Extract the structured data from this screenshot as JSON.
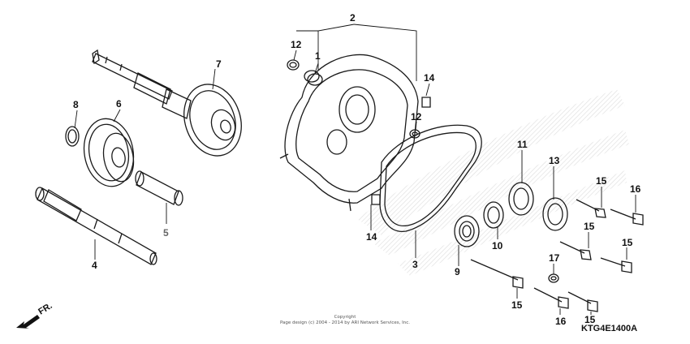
{
  "diagram": {
    "callouts": {
      "c1": "1",
      "c2": "2",
      "c3": "3",
      "c4": "4",
      "c5": "5",
      "c6": "6",
      "c7": "7",
      "c8": "8",
      "c9": "9",
      "c10": "10",
      "c11": "11",
      "c12a": "12",
      "c12b": "12",
      "c13": "13",
      "c14a": "14",
      "c14b": "14",
      "c15a": "15",
      "c15b": "15",
      "c15c": "15",
      "c15d": "15",
      "c15e": "15",
      "c16a": "16",
      "c16b": "16",
      "c17": "17"
    },
    "fr_label": "FR.",
    "copyright_line1": "Copyright",
    "copyright_line2": "Page design (c) 2004 - 2014 by ARI Network Services, Inc.",
    "diagram_code": "KTG4E1400A"
  },
  "colors": {
    "ink": "#1a1a1a",
    "background": "#ffffff",
    "watermark": "#e6e6e6",
    "secondary_callout": "#666666"
  }
}
